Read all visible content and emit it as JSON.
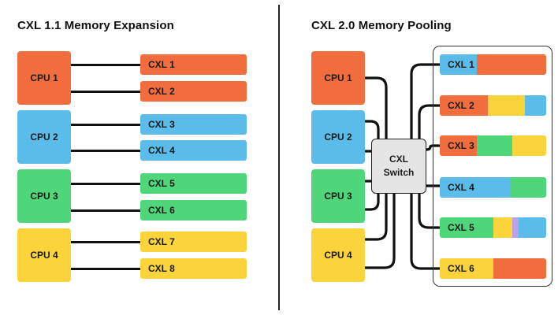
{
  "colors": {
    "orange": "#f26d3d",
    "blue": "#5bbbe9",
    "green": "#4fd67a",
    "yellow": "#fbd33b",
    "purple": "#b9a3e6",
    "line": "#111111",
    "switch_fill": "#e5e5e5"
  },
  "left": {
    "title": "CXL 1.1 Memory Expansion",
    "cpus": [
      {
        "label": "CPU 1",
        "color": "orange"
      },
      {
        "label": "CPU 2",
        "color": "blue"
      },
      {
        "label": "CPU 3",
        "color": "green"
      },
      {
        "label": "CPU 4",
        "color": "yellow"
      }
    ],
    "cxl": [
      {
        "label": "CXL 1",
        "color": "orange"
      },
      {
        "label": "CXL 2",
        "color": "orange"
      },
      {
        "label": "CXL 3",
        "color": "blue"
      },
      {
        "label": "CXL 4",
        "color": "blue"
      },
      {
        "label": "CXL 5",
        "color": "green"
      },
      {
        "label": "CXL 6",
        "color": "green"
      },
      {
        "label": "CXL 7",
        "color": "yellow"
      },
      {
        "label": "CXL 8",
        "color": "yellow"
      }
    ]
  },
  "right": {
    "title": "CXL 2.0 Memory Pooling",
    "switch_lines": [
      "CXL",
      "Switch"
    ],
    "cpus": [
      {
        "label": "CPU 1",
        "color": "orange"
      },
      {
        "label": "CPU 2",
        "color": "blue"
      },
      {
        "label": "CPU 3",
        "color": "green"
      },
      {
        "label": "CPU 4",
        "color": "yellow"
      }
    ],
    "cxl": [
      {
        "label": "CXL 1",
        "segments": [
          [
            "blue",
            0.35
          ],
          [
            "orange",
            0.65
          ]
        ]
      },
      {
        "label": "CXL 2",
        "segments": [
          [
            "orange",
            0.45
          ],
          [
            "yellow",
            0.35
          ],
          [
            "blue",
            0.2
          ]
        ]
      },
      {
        "label": "CXL 3",
        "segments": [
          [
            "orange",
            0.35
          ],
          [
            "green",
            0.33
          ],
          [
            "yellow",
            0.32
          ]
        ]
      },
      {
        "label": "CXL 4",
        "segments": [
          [
            "blue",
            0.67
          ],
          [
            "green",
            0.33
          ]
        ]
      },
      {
        "label": "CXL 5",
        "segments": [
          [
            "green",
            0.5
          ],
          [
            "yellow",
            0.18
          ],
          [
            "purple",
            0.06
          ],
          [
            "blue",
            0.26
          ]
        ]
      },
      {
        "label": "CXL 6",
        "segments": [
          [
            "yellow",
            0.5
          ],
          [
            "orange",
            0.5
          ]
        ]
      }
    ]
  }
}
